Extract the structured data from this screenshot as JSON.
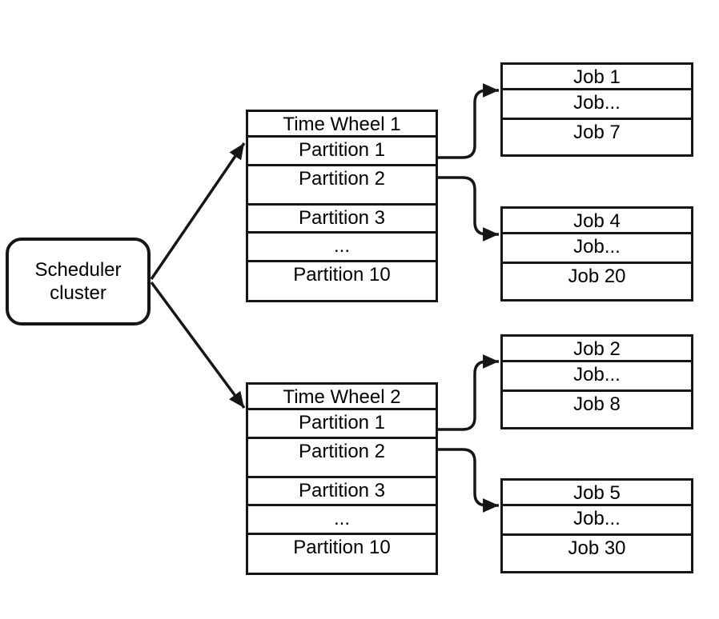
{
  "colors": {
    "line": "#161616",
    "background": "#ffffff",
    "text": "#000000"
  },
  "scheduler": {
    "lines": [
      "Scheduler",
      "cluster"
    ]
  },
  "time_wheels": [
    {
      "title": "Time Wheel 1",
      "rows": [
        "Partition 1",
        "Partition 2",
        "Partition 3",
        "...",
        "Partition 10"
      ]
    },
    {
      "title": "Time Wheel 2",
      "rows": [
        "Partition 1",
        "Partition 2",
        "Partition 3",
        "...",
        "Partition 10"
      ]
    }
  ],
  "job_lists": [
    {
      "rows": [
        "Job 1",
        "Job...",
        "Job 7"
      ]
    },
    {
      "rows": [
        "Job 4",
        "Job...",
        "Job 20"
      ]
    },
    {
      "rows": [
        "Job 2",
        "Job...",
        "Job 8"
      ]
    },
    {
      "rows": [
        "Job 5",
        "Job...",
        "Job 30"
      ]
    }
  ]
}
